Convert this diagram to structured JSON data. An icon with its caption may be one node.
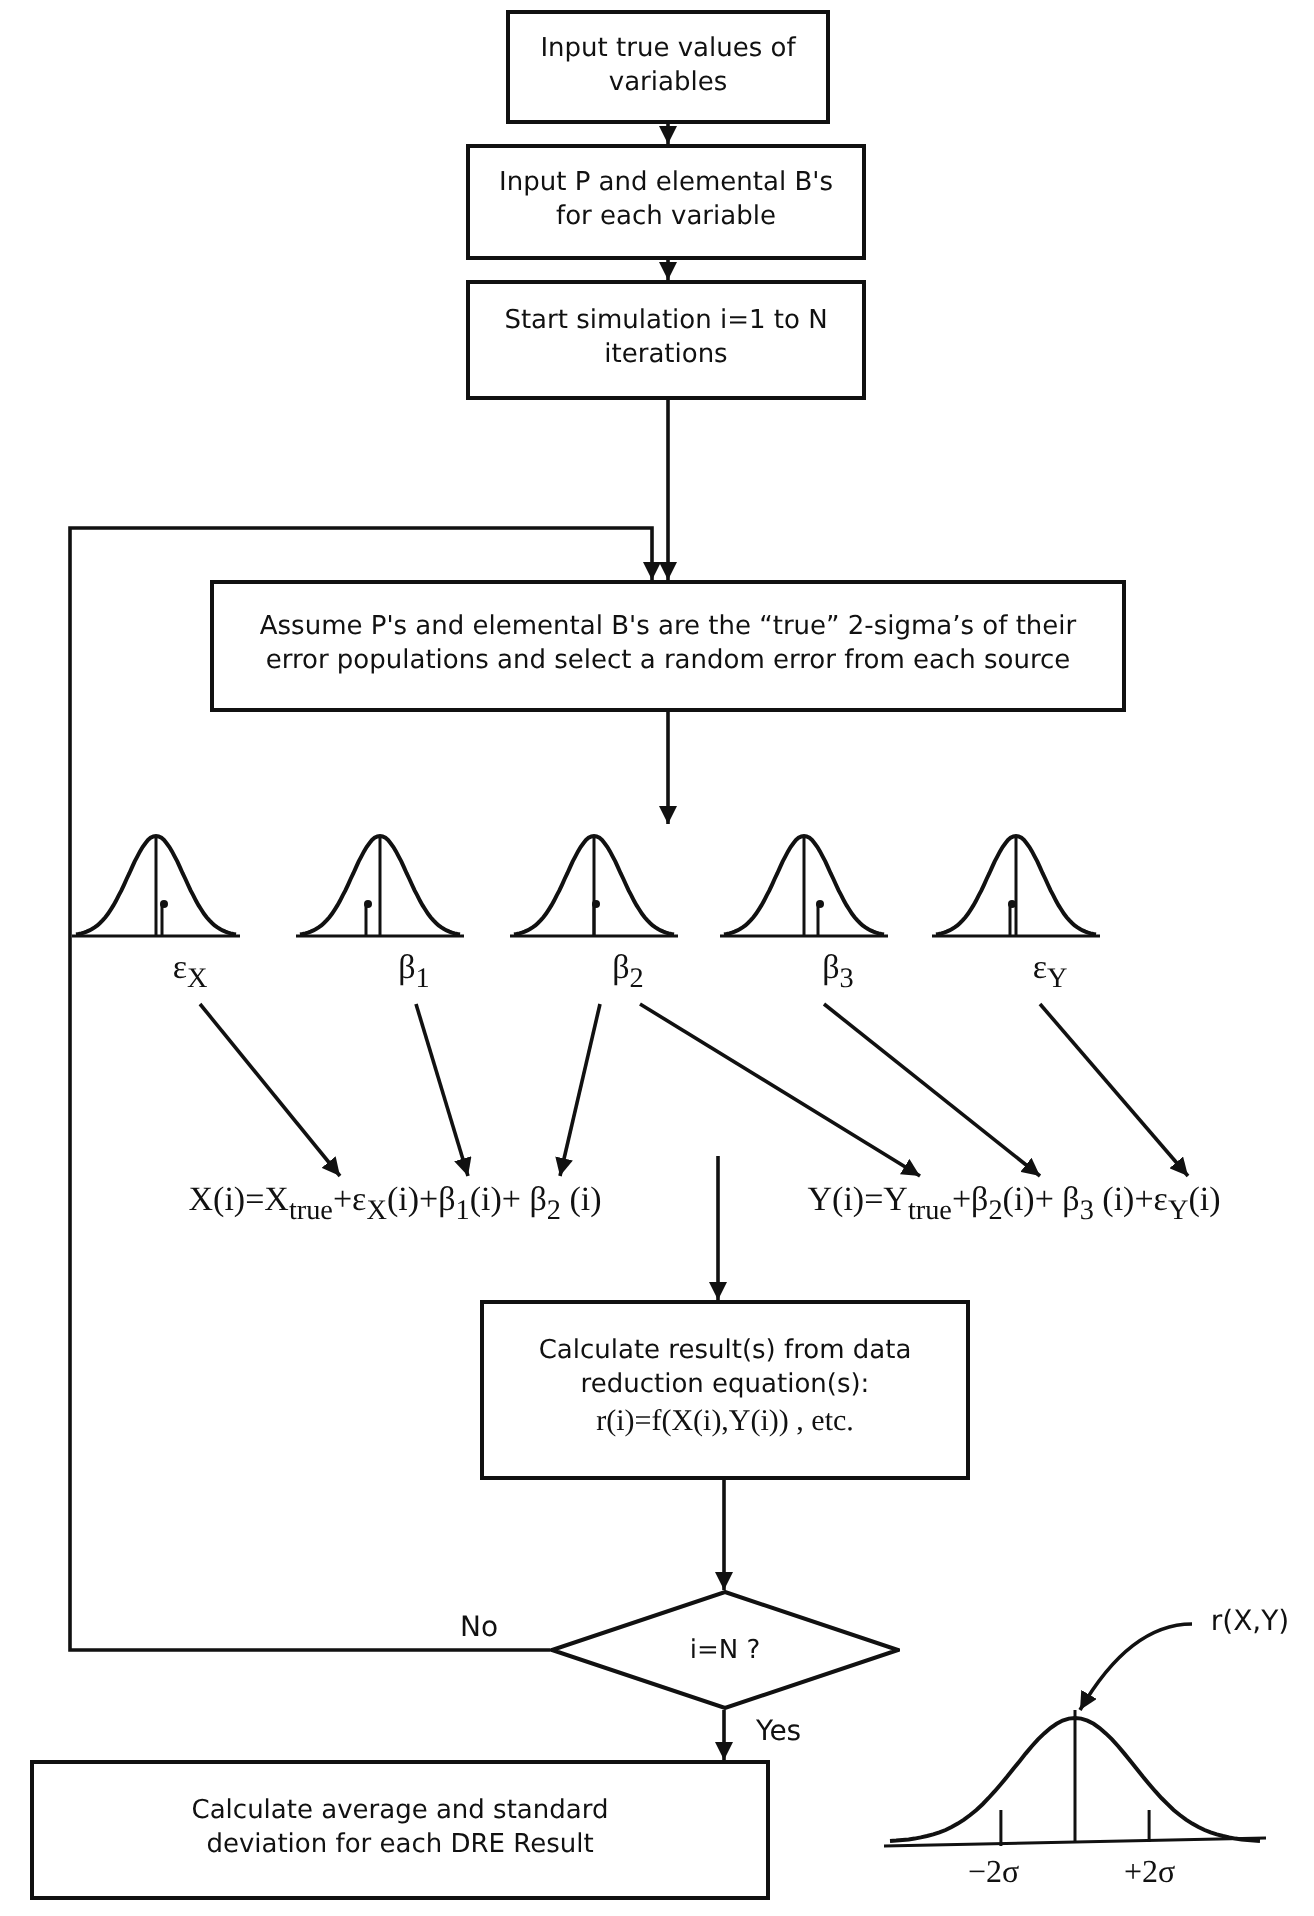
{
  "diagram": {
    "nodes": [
      {
        "text": [
          "Input true values of variables"
        ]
      },
      {
        "text": [
          "Input P and elemental B's for each variable"
        ]
      },
      {
        "text": [
          "Start simulation i=1 to N iterations"
        ]
      },
      {
        "text": [
          "Assume P's and elemental B's are the “true” 2-sigma’s of their error populations and select a random error from each source"
        ]
      },
      {
        "text": [
          "ε$_{X}$"
        ]
      },
      {
        "text": [
          "β$_{1}$"
        ]
      },
      {
        "text": [
          "β$_{2}$"
        ]
      },
      {
        "text": [
          "β$_{3}$"
        ]
      },
      {
        "text": [
          "ε$_{Y}$"
        ]
      },
      {
        "text": [
          "X(i)=X$_{true}$+ε$_{X}$(i)+β$_{1}$(i)+ β$_{2}$ (i)"
        ]
      },
      {
        "text": [
          "Y(i)=Y$_{true}$+β$_{2}$(i)+ β$_{3}$ (i)+ε$_{Y}$(i)"
        ]
      },
      {
        "text": [
          "Calculate result(s) from data reduction equation(s):",
          "r(i)=f(X(i),Y(i)) , etc."
        ]
      },
      {
        "text": [
          "i=N ?"
        ]
      },
      {
        "text": [
          "Calculate average and standard deviation for each DRE Result"
        ]
      },
      {
        "text": [
          "r(X,Y)"
        ]
      },
      {
        "text": [],
        "shape": "picture"
      }
    ],
    "edges": [
      {
        "from": 0,
        "to": 1,
        "arrow": "to"
      },
      {
        "from": 1,
        "to": 2,
        "arrow": "to"
      },
      {
        "from": 2,
        "to": 3,
        "arrow": "to"
      },
      {
        "from": 12,
        "to": 3,
        "arrow": "to",
        "label": "No"
      },
      {
        "from": 3,
        "to": 6,
        "arrow": "to"
      },
      {
        "from": 4,
        "to": 9,
        "arrow": "to"
      },
      {
        "from": 5,
        "to": 9,
        "arrow": "to"
      },
      {
        "from": 6,
        "to": 9,
        "arrow": "to"
      },
      {
        "from": 6,
        "to": 10,
        "arrow": "to"
      },
      {
        "from": 7,
        "to": 10,
        "arrow": "to"
      },
      {
        "from": 8,
        "to": 10,
        "arrow": "to"
      },
      {
        "from": null,
        "to": 11,
        "arrow": "to"
      },
      {
        "from": 11,
        "to": 12,
        "arrow": "to"
      },
      {
        "from": 12,
        "to": 13,
        "arrow": "to",
        "label": "Yes"
      },
      {
        "from": 14,
        "to": 15,
        "arrow": "to"
      }
    ],
    "labels": [
      "−2σ",
      "+2σ"
    ]
  }
}
